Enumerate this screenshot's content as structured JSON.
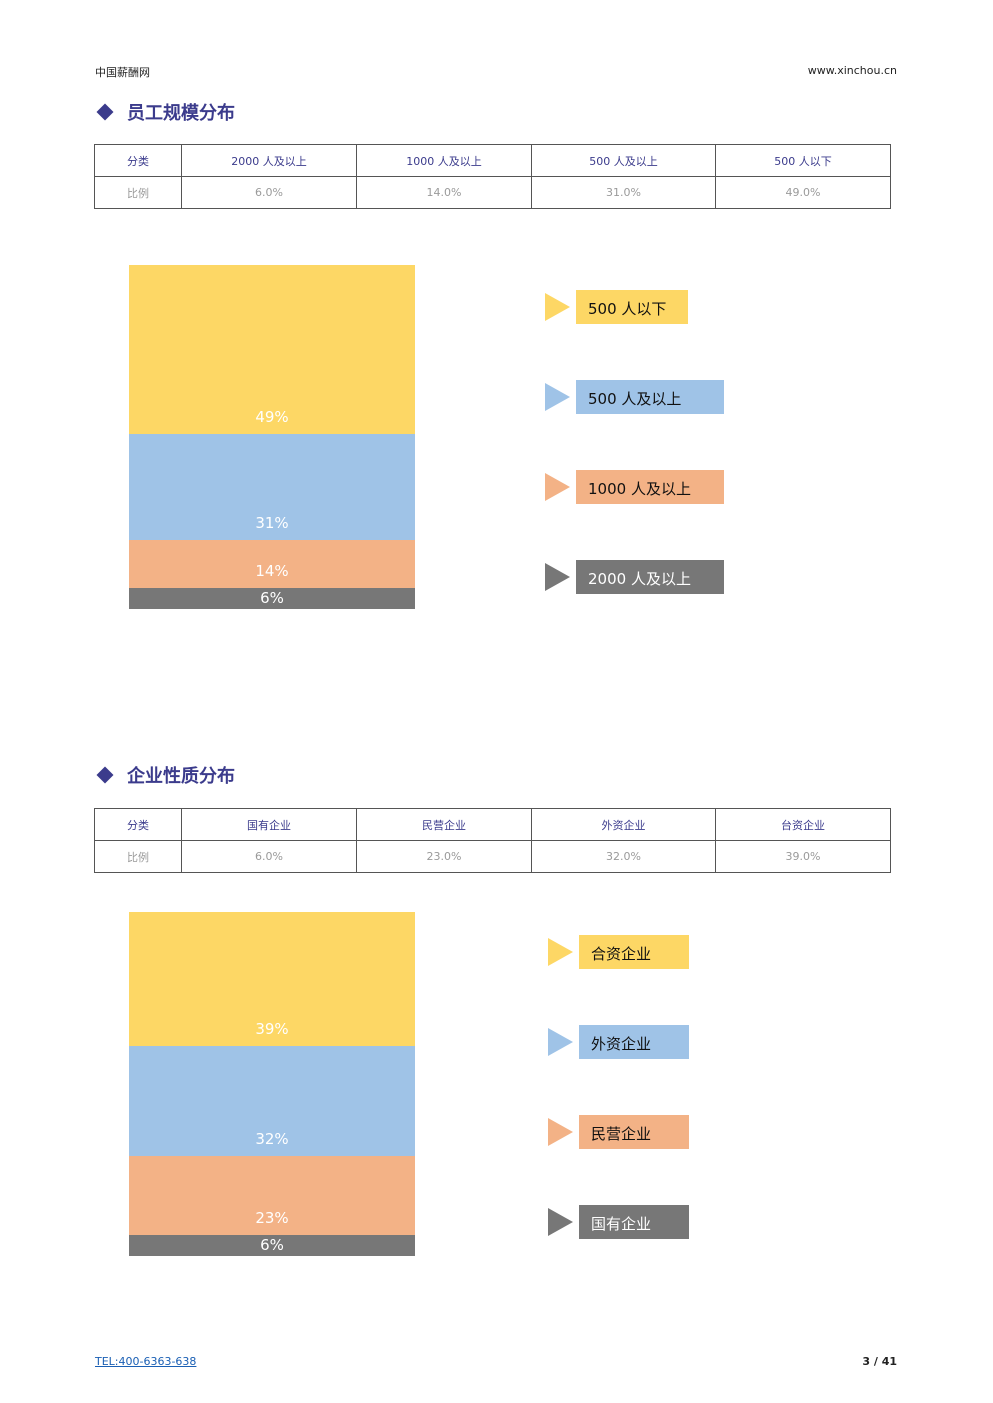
{
  "header": {
    "brand": "中国薪酬网",
    "site": "www.xinchou.cn"
  },
  "footer": {
    "tel": "TEL:400-6363-638",
    "page": "3 / 41"
  },
  "colors": {
    "yellow": "#fdd765",
    "blue": "#9fc3e7",
    "orange": "#f3b286",
    "gray": "#777777",
    "title": "#3b3b8c"
  },
  "sections": [
    {
      "title": "员工规模分布",
      "table": {
        "headers": [
          "分类",
          "2000 人及以上",
          "1000 人及以上",
          "500 人及以上",
          "500 人以下"
        ],
        "row": [
          "比例",
          "6.0%",
          "14.0%",
          "31.0%",
          "49.0%"
        ]
      },
      "chart_data": {
        "type": "bar",
        "stacked": true,
        "series": [
          {
            "name": "2000 人及以上",
            "value": 6,
            "label": "6%",
            "color": "#777777"
          },
          {
            "name": "1000 人及以上",
            "value": 14,
            "label": "14%",
            "color": "#f3b286"
          },
          {
            "name": "500 人及以上",
            "value": 31,
            "label": "31%",
            "color": "#9fc3e7"
          },
          {
            "name": "500 人以下",
            "value": 49,
            "label": "49%",
            "color": "#fdd765"
          }
        ],
        "legend": [
          "500 人以下",
          "500 人及以上",
          "1000 人及以上",
          "2000 人及以上"
        ],
        "legend_placement": "right"
      }
    },
    {
      "title": "企业性质分布",
      "table": {
        "headers": [
          "分类",
          "国有企业",
          "民营企业",
          "外资企业",
          "台资企业"
        ],
        "row": [
          "比例",
          "6.0%",
          "23.0%",
          "32.0%",
          "39.0%"
        ]
      },
      "chart_data": {
        "type": "bar",
        "stacked": true,
        "series": [
          {
            "name": "国有企业",
            "value": 6,
            "label": "6%",
            "color": "#777777"
          },
          {
            "name": "民营企业",
            "value": 23,
            "label": "23%",
            "color": "#f3b286"
          },
          {
            "name": "外资企业",
            "value": 32,
            "label": "32%",
            "color": "#9fc3e7"
          },
          {
            "name": "合资企业",
            "value": 39,
            "label": "39%",
            "color": "#fdd765"
          }
        ],
        "legend": [
          "合资企业",
          "外资企业",
          "民营企业",
          "国有企业"
        ],
        "legend_placement": "right"
      }
    }
  ]
}
